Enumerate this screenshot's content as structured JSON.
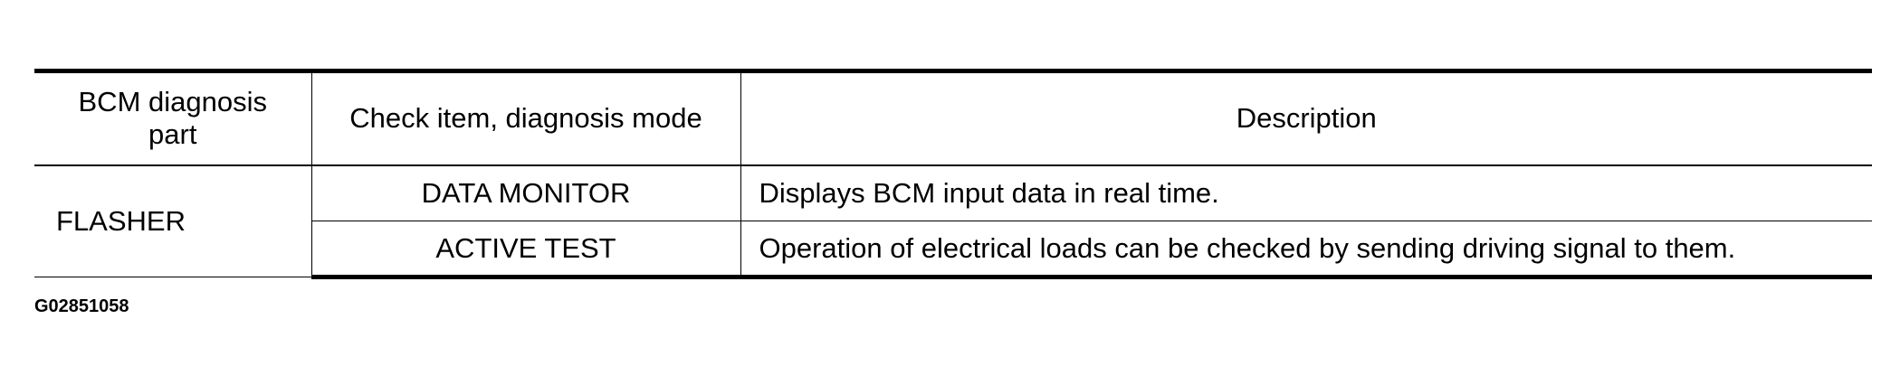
{
  "table": {
    "headers": [
      "BCM diagnosis part",
      "Check item, diagnosis mode",
      "Description"
    ],
    "part": "FLASHER",
    "rows": [
      {
        "check_item": "DATA MONITOR",
        "description": "Displays BCM input data in real time."
      },
      {
        "check_item": "ACTIVE TEST",
        "description": "Operation of electrical loads can be checked by sending driving signal to them."
      }
    ]
  },
  "figure_id": "G02851058"
}
